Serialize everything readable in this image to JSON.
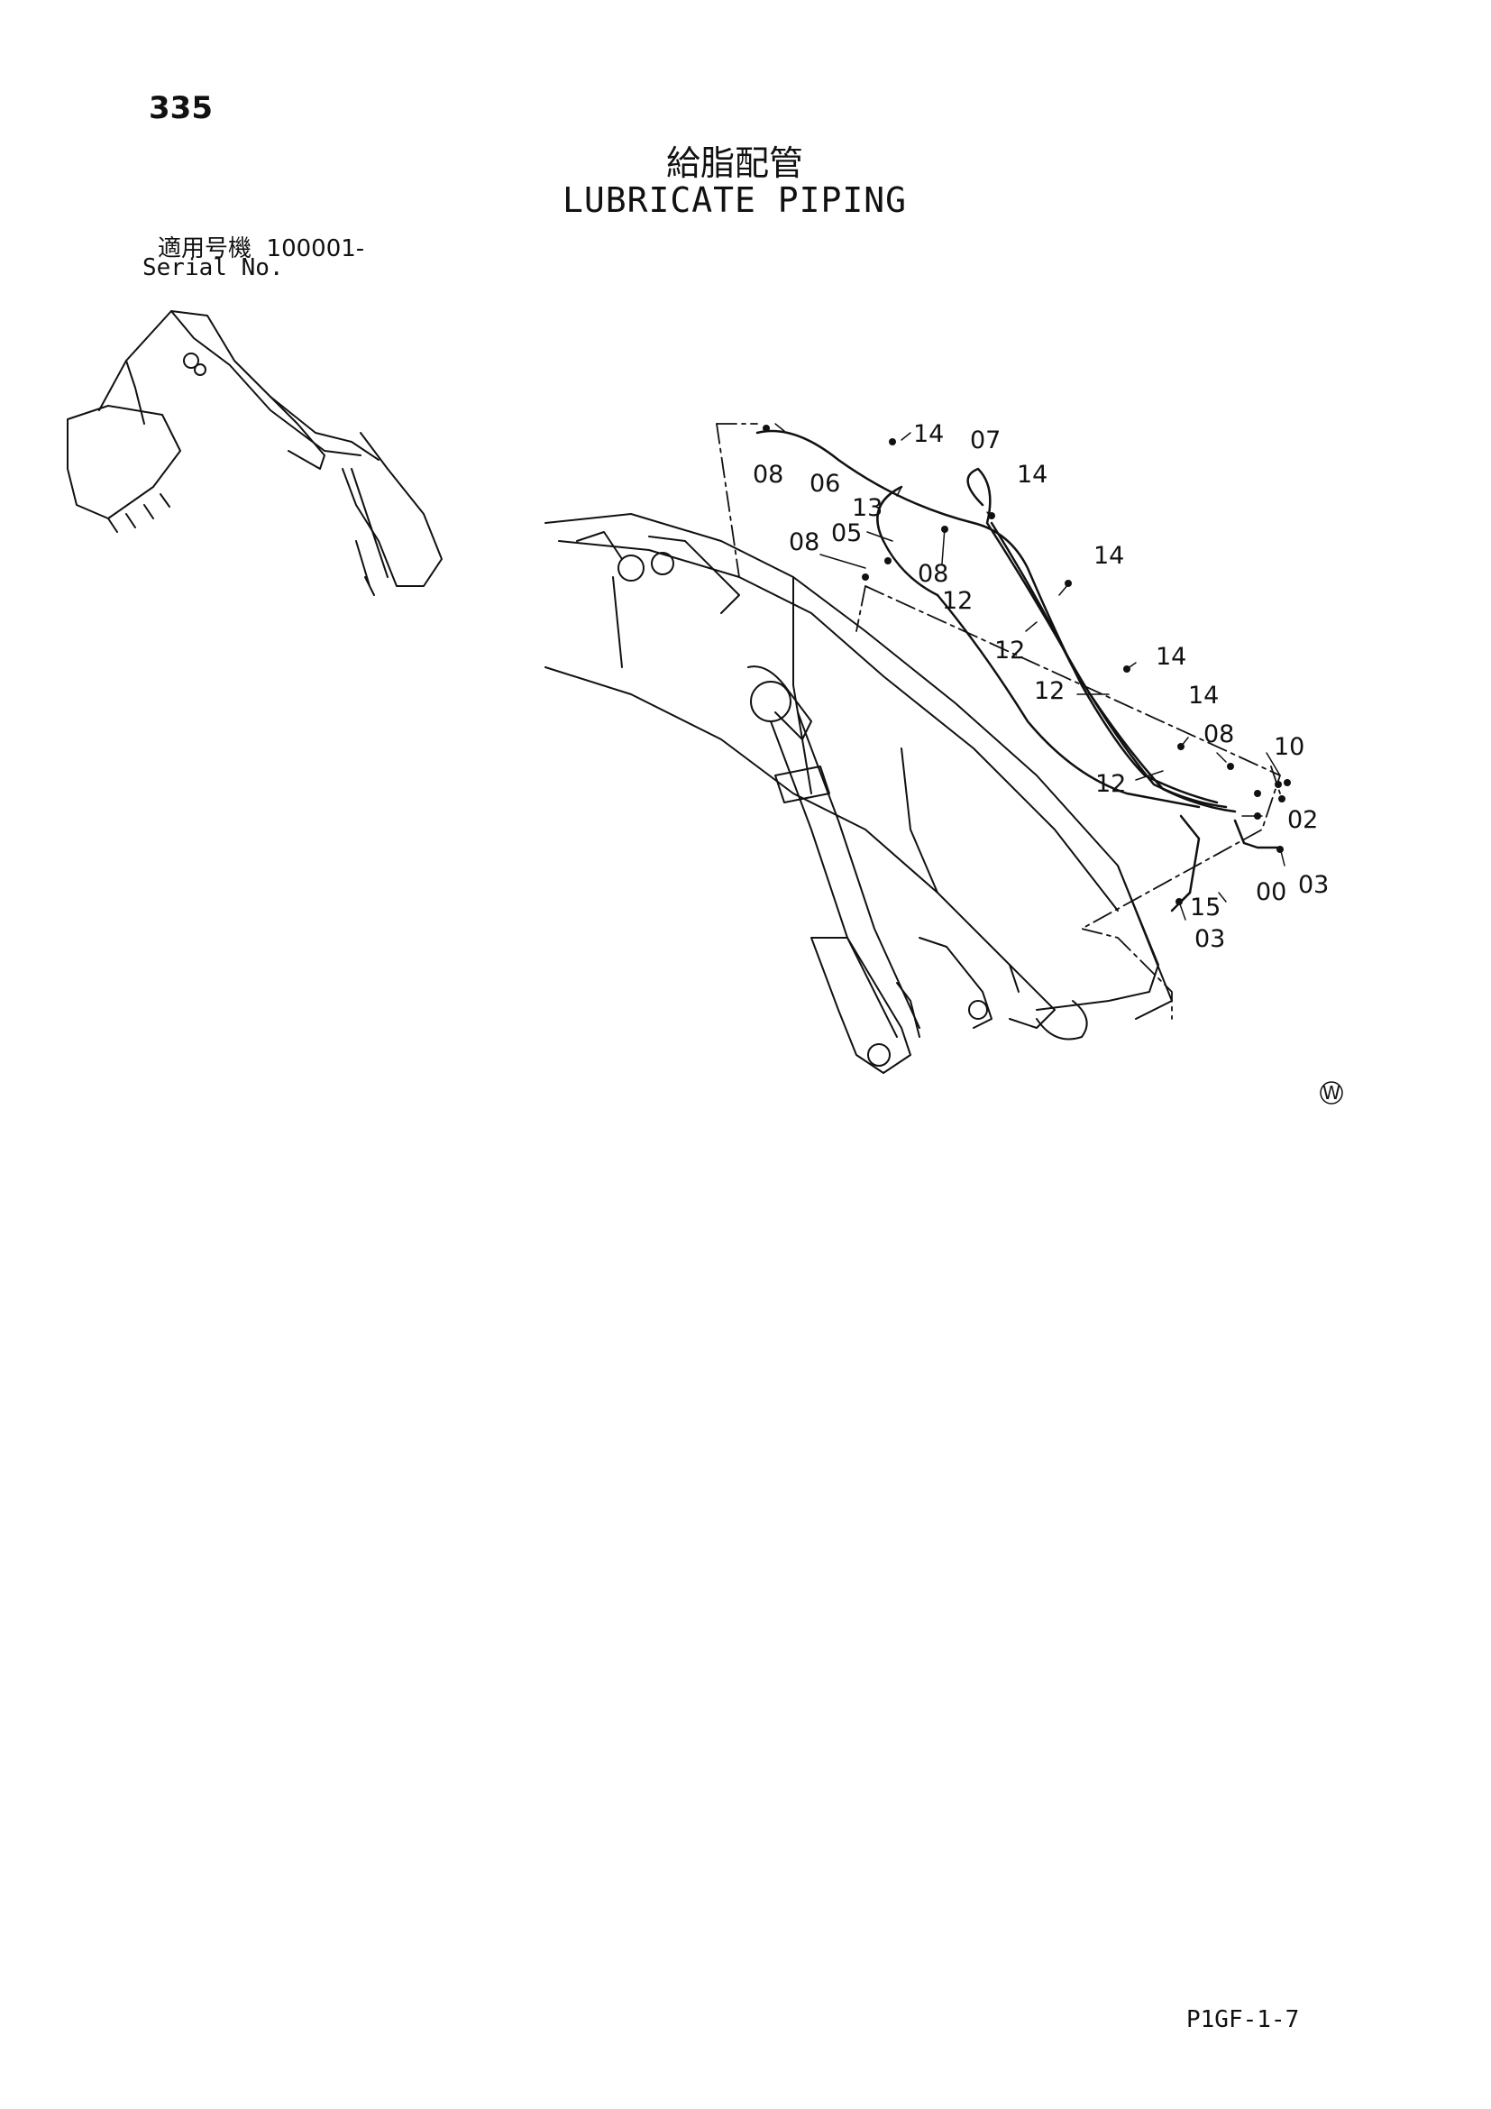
{
  "header": {
    "page_number": "335",
    "title_jp": "給脂配管",
    "title_en": "LUBRICATE PIPING",
    "serial_label_jp": "適用号機",
    "serial_value": "100001-",
    "serial_label_en": "Serial No."
  },
  "diagram": {
    "callouts": [
      "14",
      "07",
      "08",
      "06",
      "14",
      "13",
      "05",
      "08",
      "08",
      "12",
      "14",
      "12",
      "14",
      "12",
      "14",
      "08",
      "10",
      "12",
      "02",
      "15",
      "00",
      "03",
      "03"
    ],
    "symbol": "W"
  },
  "footer": {
    "figure_code": "P1GF-1-7"
  }
}
